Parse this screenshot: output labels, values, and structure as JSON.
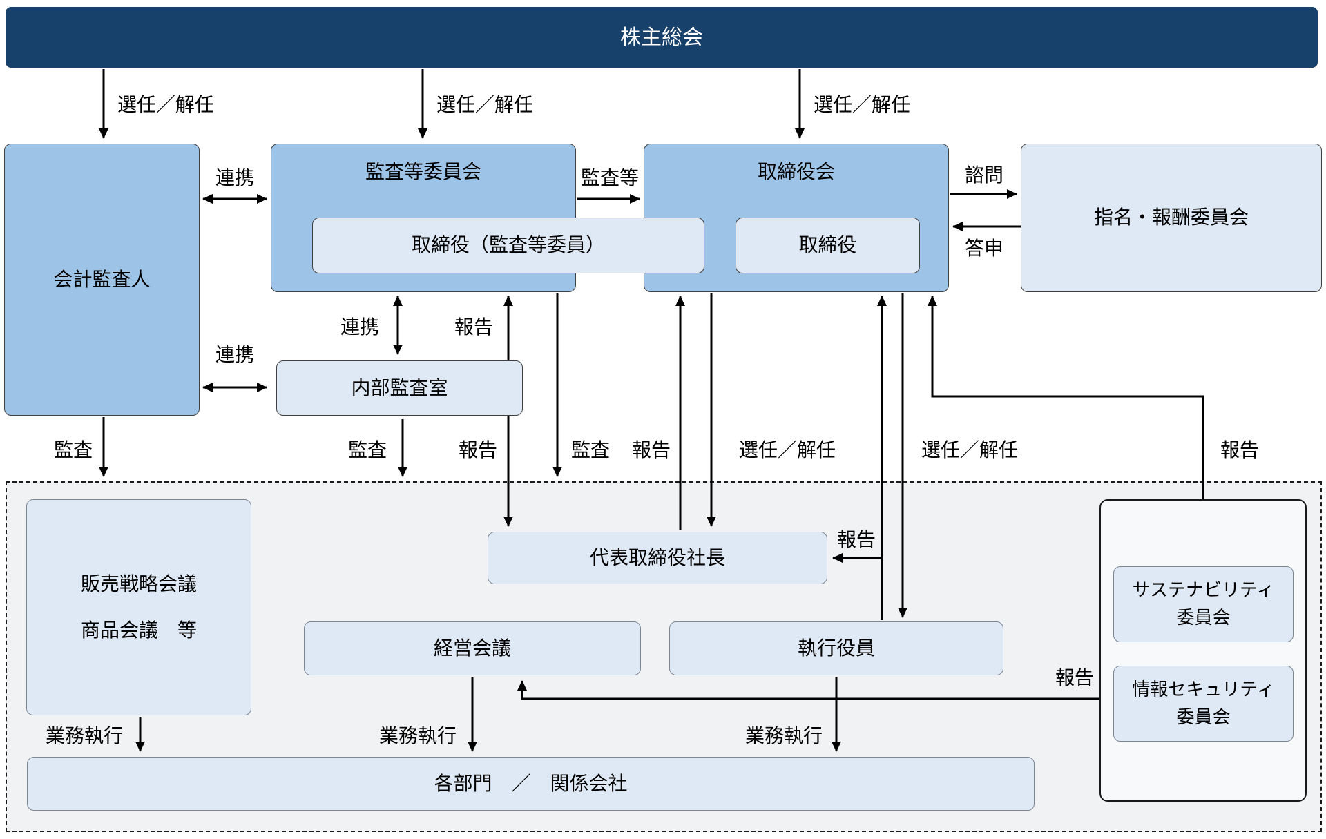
{
  "colors": {
    "navy": "#17406B",
    "midblue": "#9DC3E6",
    "lightblue": "#DEE9F5",
    "region": "#F1F2F3",
    "panel": "#F8F9FA",
    "line": "#000000"
  },
  "nodes": {
    "shareholders_meeting": "株主総会",
    "accounting_auditor": "会計監査人",
    "audit_committee": "監査等委員会",
    "audit_committee_directors": "取締役（監査等委員）",
    "board_of_directors": "取締役会",
    "directors": "取締役",
    "nomination_compensation_committee": "指名・報酬委員会",
    "internal_audit_office": "内部監査室",
    "sales_strategy_meeting_line1": "販売戦略会議",
    "sales_strategy_meeting_line2": "商品会議　等",
    "president": "代表取締役社長",
    "management_meeting": "経営会議",
    "executive_officers": "執行役員",
    "sustainability_committee_line1": "サステナビリティ",
    "sustainability_committee_line2": "委員会",
    "infosec_committee_line1": "情報セキュリティ",
    "infosec_committee_line2": "委員会",
    "departments_affiliates": "各部門　／　関係会社"
  },
  "edge_labels": {
    "appoint_dismiss_auditor": "選任／解任",
    "appoint_dismiss_audit_committee": "選任／解任",
    "appoint_dismiss_board": "選任／解任",
    "cooperation_top": "連携",
    "audit_etc": "監査等",
    "consultation": "諮問",
    "report_back": "答申",
    "cooperation_mid": "連携",
    "report_internal_to_committee": "報告",
    "cooperation_lower": "連携",
    "audit_left": "監査",
    "audit_mid": "監査",
    "report_long_line": "報告",
    "audit_right": "監査",
    "report_president_to_board": "報告",
    "appoint_dismiss_president": "選任／解任",
    "appoint_dismiss_executives": "選任／解任",
    "report_committees_to_board": "報告",
    "report_exec_to_president": "報告",
    "report_infosec_to_management": "報告",
    "business_execution_1": "業務執行",
    "business_execution_2": "業務執行",
    "business_execution_3": "業務執行"
  }
}
